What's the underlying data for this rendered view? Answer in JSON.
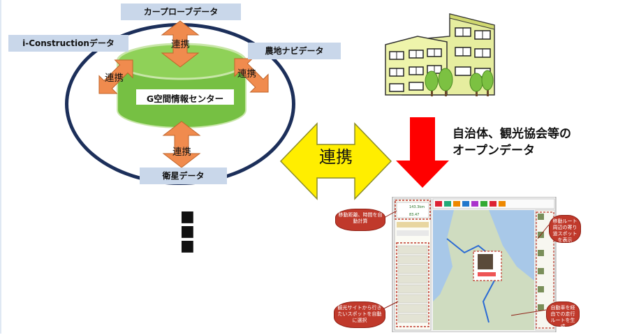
{
  "data_sources": {
    "probe": "カープローブデータ",
    "iconstruction": "i-Constructionデータ",
    "agri": "農地ナビデータ",
    "satellite": "衛星データ"
  },
  "center": {
    "label": "G空間情報センター"
  },
  "link_label": "連携",
  "big_link_label": "連携",
  "open_data_label": [
    "自治体、観光協会等の",
    "オープンデータ"
  ],
  "continuation": "⋮",
  "map_ui": {
    "distance_values": [
      "143.3km",
      "83.47"
    ],
    "callouts": [
      "移動距離、時間を自動計算",
      "移動ルート周辺の寄り道スポットを表示",
      "観光サイトから行きたいスポットを自動に選択",
      "自動車を経由での走行ルートを生成"
    ]
  },
  "colors": {
    "ellipse": "#1c2f5a",
    "cylinder": "#76c043",
    "link_arrow": "#f08b4e",
    "big_link_arrow": "#ffee00",
    "down_arrow": "#ff0000",
    "label_bg": "#c9d7ea"
  }
}
